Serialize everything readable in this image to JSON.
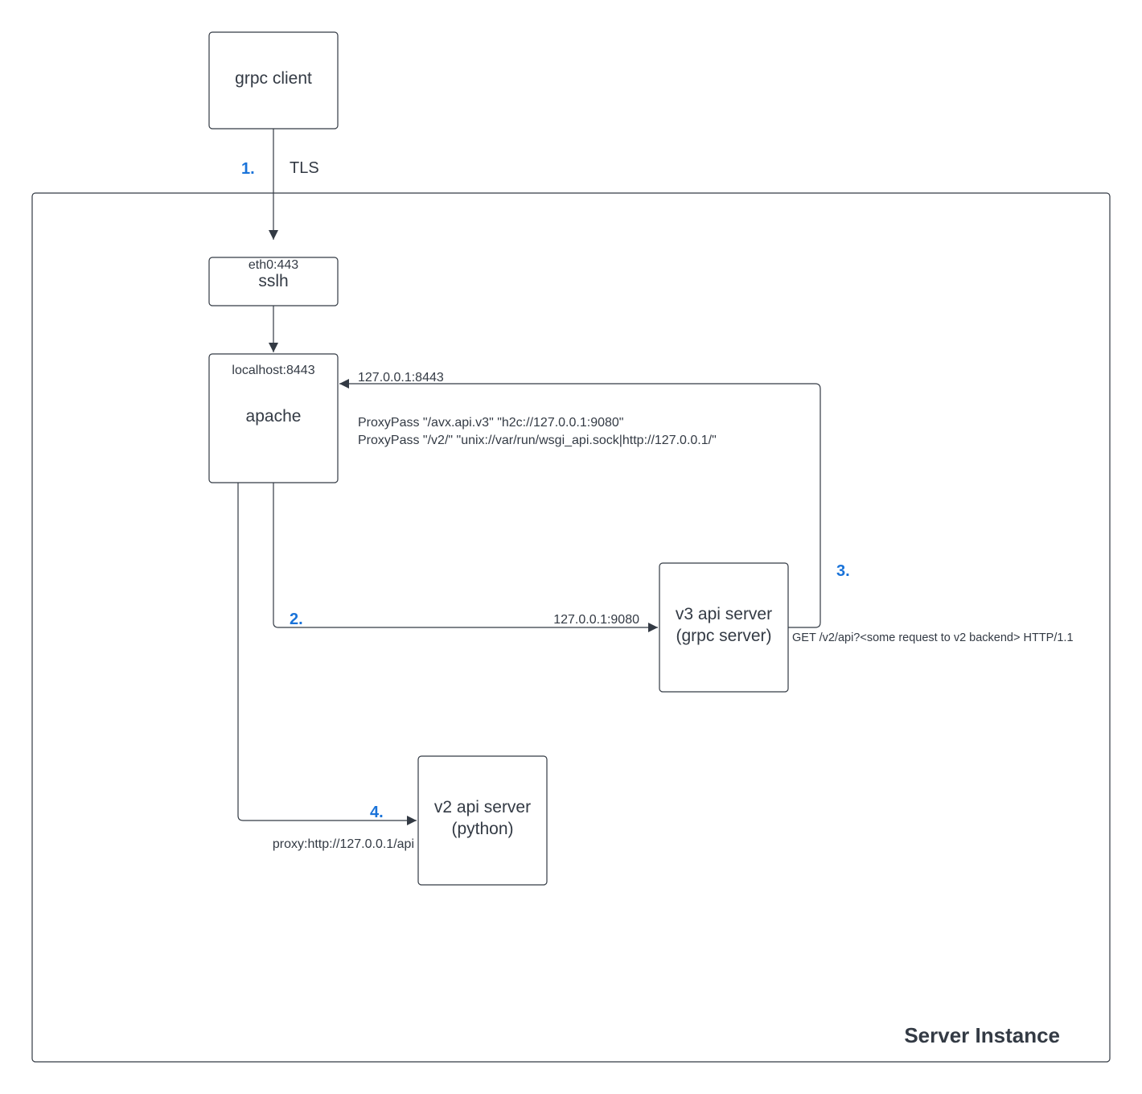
{
  "container": {
    "title": "Server Instance"
  },
  "nodes": {
    "grpc_client": {
      "label": "grpc client"
    },
    "sslh": {
      "port": "eth0:443",
      "label": "sslh"
    },
    "apache": {
      "port": "localhost:8443",
      "label": "apache"
    },
    "v3_server": {
      "line1": "v3 api server",
      "line2": "(grpc server)"
    },
    "v2_server": {
      "line1": "v2 api server",
      "line2": "(python)"
    }
  },
  "edges": {
    "tls": {
      "step": "1.",
      "label": "TLS"
    },
    "apache_to_v3": {
      "step": "2.",
      "label": "127.0.0.1:9080"
    },
    "v3_to_apache": {
      "step": "3.",
      "label": "127.0.0.1:8443",
      "request": "GET /v2/api?<some request to v2 backend> HTTP/1.1"
    },
    "apache_to_v2": {
      "step": "4.",
      "label": "proxy:http://127.0.0.1/api"
    }
  },
  "proxy_config": [
    "ProxyPass \"/avx.api.v3\" \"h2c://127.0.0.1:9080\"",
    "ProxyPass \"/v2/\" \"unix://var/run/wsgi_api.sock|http://127.0.0.1/\""
  ],
  "colors": {
    "stroke": "#333a44",
    "step": "#1a73d9",
    "background": "#ffffff"
  }
}
